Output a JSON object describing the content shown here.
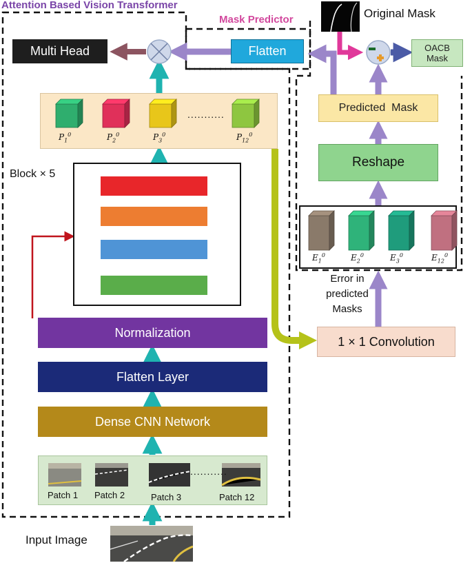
{
  "titles": {
    "vit": "Attention Based Vision Transformer",
    "mask_predictor": "Mask Predictor"
  },
  "nodes": {
    "multi_head": "Multi Head",
    "flatten": "Flatten",
    "original_mask": "Original Mask",
    "oacb_line1": "OACB",
    "oacb_line2": "Mask",
    "predicted_mask": "Predicted  Mask",
    "reshape": "Reshape",
    "block": "Block × 5",
    "normalization": "Normalization",
    "flatten_layer": "Flatten Layer",
    "dense_cnn": "Dense CNN Network",
    "conv": "1 × 1 Convolution",
    "error_line1": "Error in",
    "error_line2": "predicted",
    "error_line3": "Masks",
    "input_image": "Input Image"
  },
  "p_labels": [
    {
      "base": "P",
      "sub": "1",
      "sup": "0"
    },
    {
      "base": "P",
      "sub": "2",
      "sup": "0"
    },
    {
      "base": "P",
      "sub": "3",
      "sup": "0"
    },
    {
      "base": "P",
      "sub": "12",
      "sup": "0"
    }
  ],
  "e_labels": [
    {
      "base": "E",
      "sub": "1",
      "sup": "0"
    },
    {
      "base": "E",
      "sub": "2",
      "sup": "0"
    },
    {
      "base": "E",
      "sub": "3",
      "sup": "0"
    },
    {
      "base": "E",
      "sub": "12",
      "sup": "0"
    }
  ],
  "patches": [
    "Patch 1",
    "Patch 2",
    "Patch 3",
    "Patch 12"
  ],
  "dots": "...........",
  "colors": {
    "p_cubes": [
      "#2fae6e",
      "#e0305a",
      "#e8c61a",
      "#8ec640"
    ],
    "e_cubes": [
      "#8a7a6a",
      "#2fb37a",
      "#1f9c7c",
      "#c07080"
    ],
    "block_bars": [
      "#e8262a",
      "#ed7d31",
      "#4f94d6",
      "#5aad4a"
    ],
    "teal_arrow": "#1fb3b0",
    "purple_arrow": "#9b86c9",
    "olive_arrow": "#b5c21a",
    "red_skip": "#c0141c"
  }
}
